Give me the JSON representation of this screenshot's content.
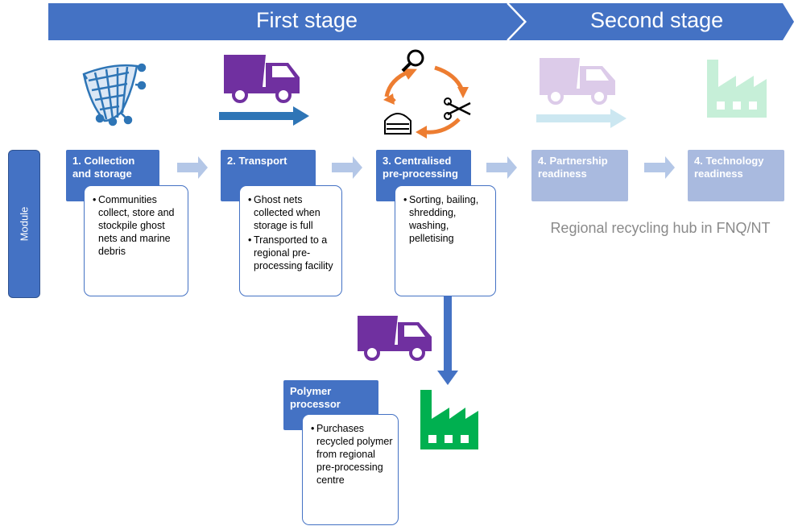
{
  "stages": {
    "first": "First stage",
    "second": "Second stage"
  },
  "module_label": "Module",
  "steps": [
    {
      "title": "1. Collection and storage",
      "bullets": [
        "Communities collect, store and stockpile ghost nets and marine debris"
      ]
    },
    {
      "title": "2. Transport",
      "bullets": [
        "Ghost nets collected when storage is full",
        "Transported to a regional pre-processing facility"
      ]
    },
    {
      "title": "3. Centralised pre-processing",
      "bullets": [
        "Sorting, bailing, shredding, washing, pelletising"
      ]
    },
    {
      "title": "4. Partnership readiness"
    },
    {
      "title": "4. Technology readiness"
    }
  ],
  "hub_label": "Regional recycling hub in FNQ/NT",
  "processor": {
    "title": "Polymer processor",
    "bullets": [
      "Purchases recycled polymer from regional pre-processing centre"
    ]
  },
  "colors": {
    "blue": "#4472c4",
    "light_blue": "#a9badf",
    "purple": "#7030a0",
    "light_purple": "#d9c7e8",
    "orange": "#ed7d31",
    "green": "#00b050",
    "light_green": "#c6efd8",
    "net_blue": "#2e75b6"
  },
  "icons": [
    "net-icon",
    "truck-icon",
    "cycle-icon",
    "factory-icon"
  ]
}
